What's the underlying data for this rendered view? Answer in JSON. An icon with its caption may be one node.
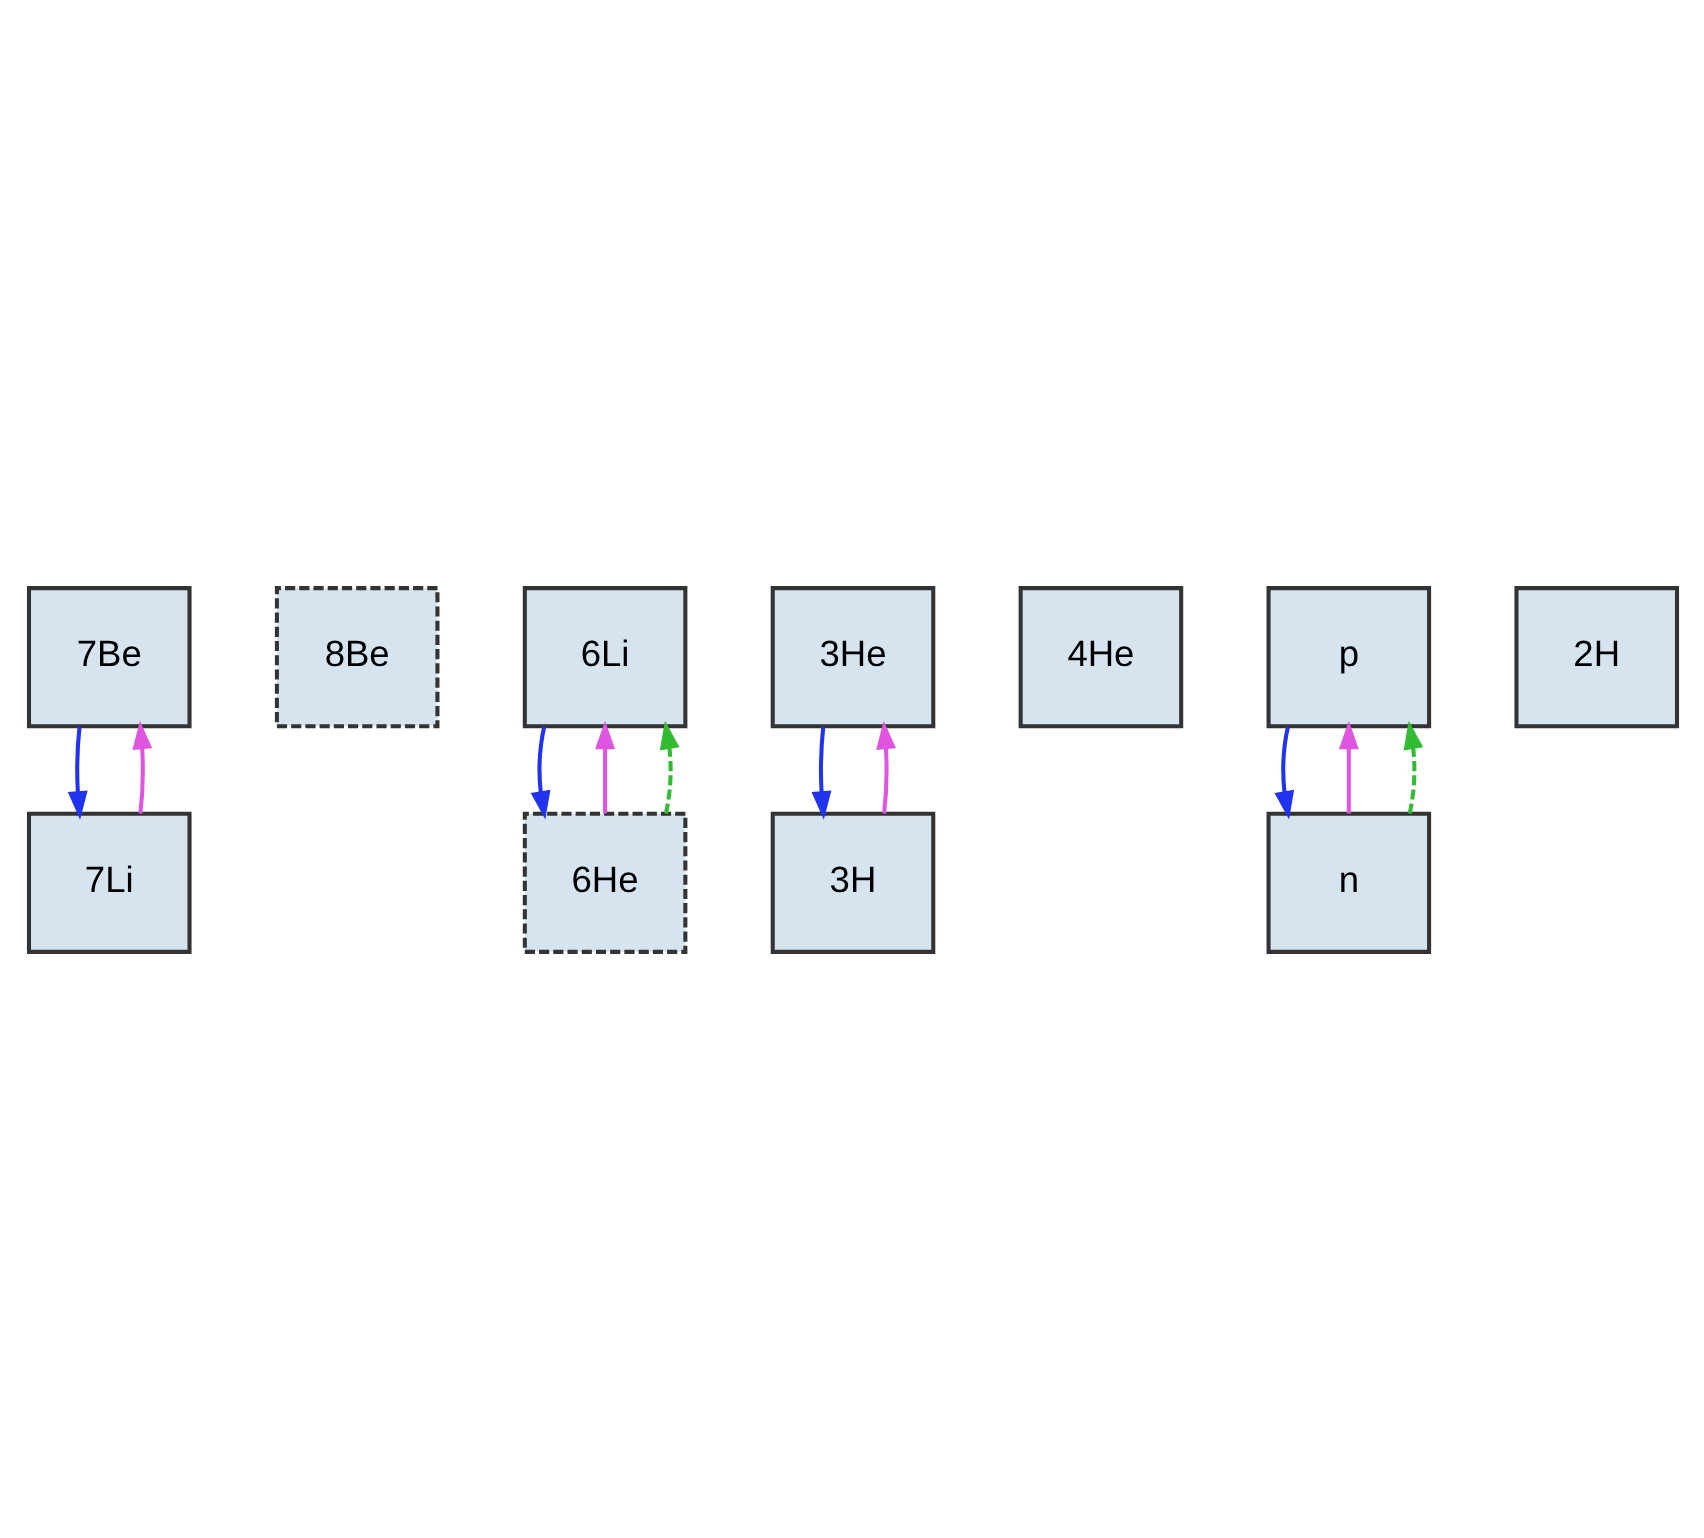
{
  "diagram": {
    "nodes": [
      {
        "text": [
          "7Be"
        ]
      },
      {
        "text": [
          "8Be"
        ]
      },
      {
        "text": [
          "6Li"
        ]
      },
      {
        "text": [
          "7Li"
        ]
      },
      {
        "text": [
          "3He"
        ]
      },
      {
        "text": [
          "4He"
        ]
      },
      {
        "text": [
          "6He"
        ]
      },
      {
        "text": [
          "p"
        ]
      },
      {
        "text": [
          "2H"
        ]
      },
      {
        "text": [
          "3H"
        ]
      },
      {
        "text": [
          "n"
        ]
      }
    ],
    "edges": [
      {
        "from": 0,
        "to": 3,
        "arrow": "to",
        "color": "#2233ee"
      },
      {
        "from": 3,
        "to": 0,
        "arrow": "to",
        "color": "#e055e0"
      },
      {
        "from": 2,
        "to": 6,
        "arrow": "to",
        "color": "#2233ee"
      },
      {
        "from": 6,
        "to": 2,
        "arrow": "to",
        "color": "#e055e0"
      },
      {
        "from": 6,
        "to": 2,
        "arrow": "to",
        "style": "dashed",
        "color": "#33bb33"
      },
      {
        "from": 4,
        "to": 9,
        "arrow": "to",
        "color": "#2233ee"
      },
      {
        "from": 9,
        "to": 4,
        "arrow": "to",
        "color": "#e055e0"
      },
      {
        "from": 7,
        "to": 10,
        "arrow": "to",
        "color": "#2233ee"
      },
      {
        "from": 10,
        "to": 7,
        "arrow": "to",
        "color": "#e055e0"
      },
      {
        "from": 10,
        "to": 7,
        "arrow": "to",
        "style": "dashed",
        "color": "#33bb33"
      }
    ]
  }
}
